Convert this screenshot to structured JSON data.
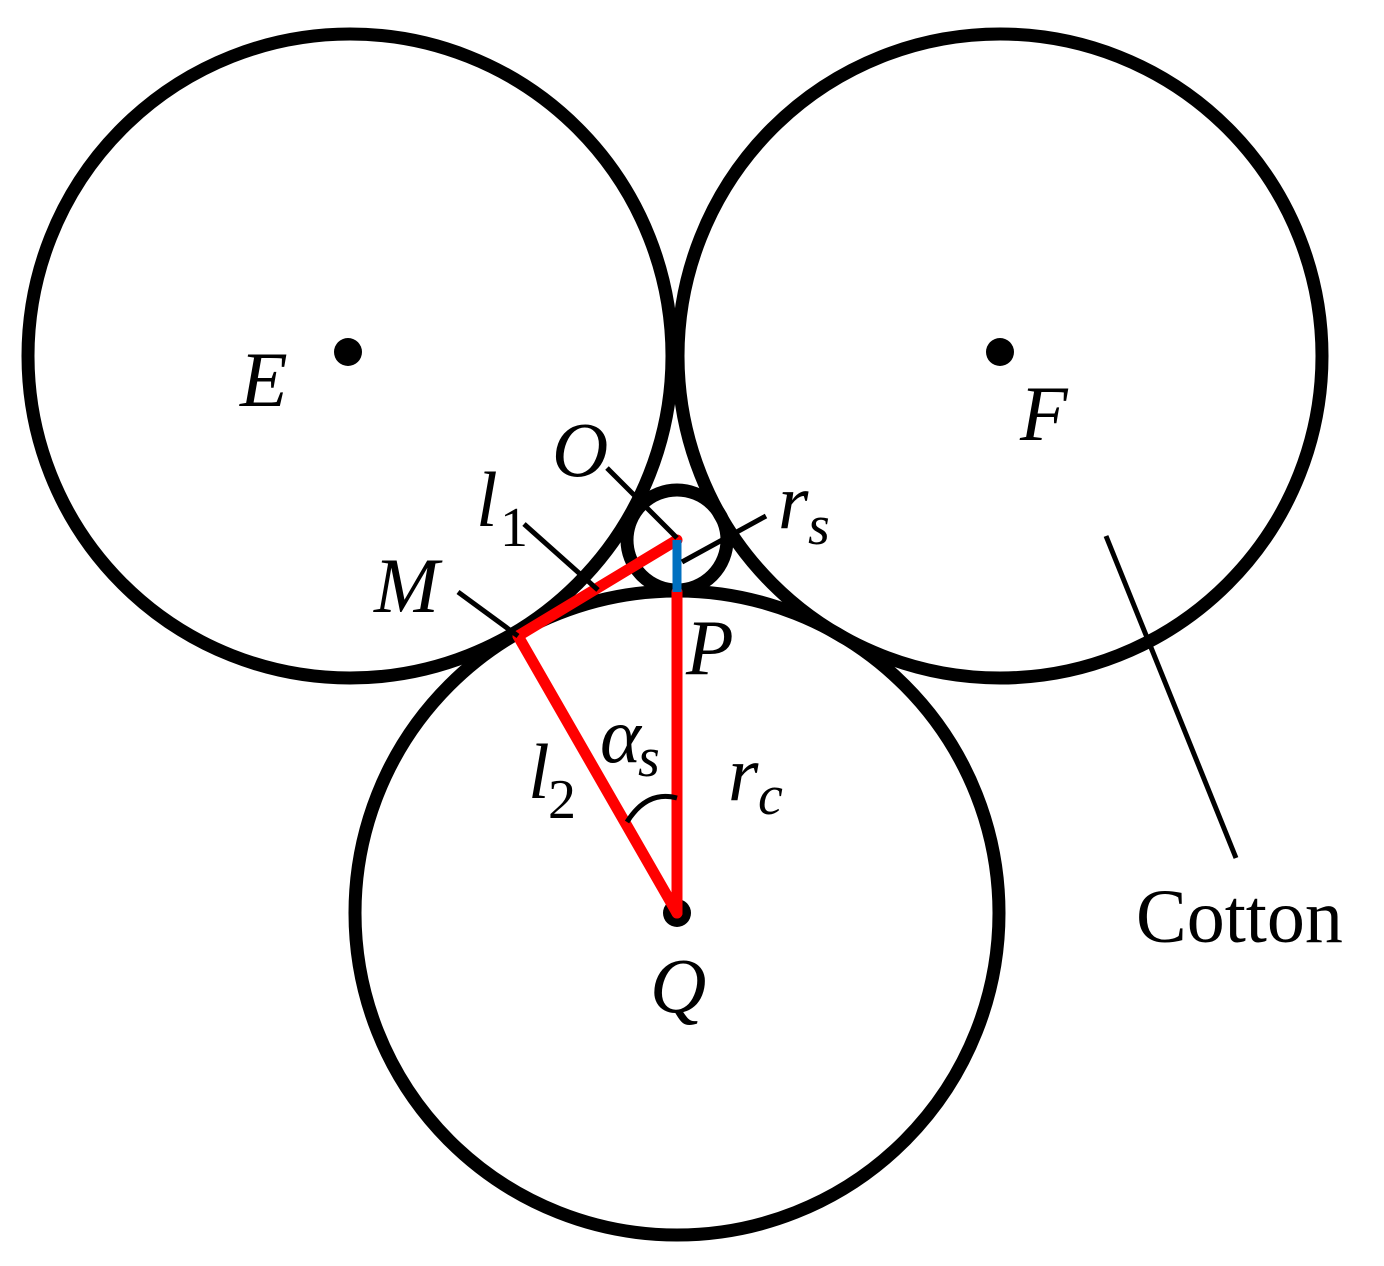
{
  "labels": {
    "E": "E",
    "F": "F",
    "O": "O",
    "M": "M",
    "P": "P",
    "Q": "Q",
    "l1_main": "l",
    "l1_sub": "1",
    "l2_main": "l",
    "l2_sub": "2",
    "rs_main": "r",
    "rs_sub": "s",
    "rc_main": "r",
    "rc_sub": "c",
    "alpha_main": "α",
    "alpha_sub": "s",
    "cotton": "Cotton"
  },
  "colors": {
    "circle": "#000000",
    "triangle": "#ff0000",
    "gap": "#0070c0",
    "background": "#ffffff"
  }
}
